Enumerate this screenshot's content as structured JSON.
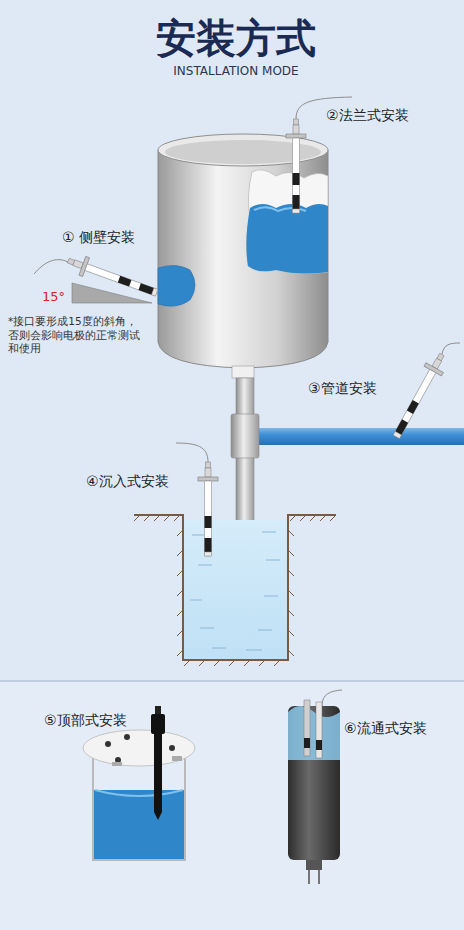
{
  "diagram": {
    "title": "安装方式",
    "labels": [
      "INSTALLATION MODE",
      "①  侧壁安装",
      "15°",
      "*接口要形成15度的斜角， 否则会影响电极的正常测试 和使用",
      "②法兰式安装",
      "③管道安装",
      "④沉入式安装",
      "⑤顶部式安装",
      "⑥流通式安装"
    ]
  }
}
